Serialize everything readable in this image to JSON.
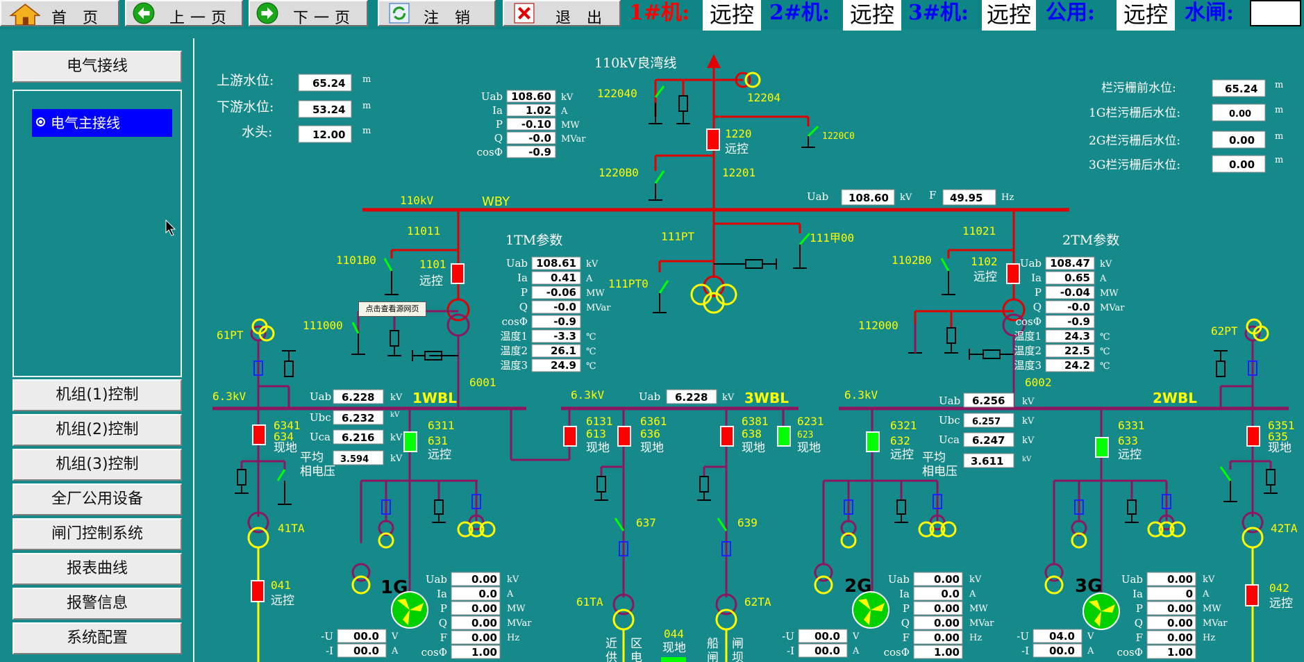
{
  "topbar": {
    "home": "首 页",
    "prev": "上一页",
    "next": "下一页",
    "logout": "注 销",
    "exit": "退 出",
    "status": [
      {
        "label": "1#机:",
        "value": "远控",
        "color": "#ff0000"
      },
      {
        "label": "2#机:",
        "value": "远控",
        "color": "#0000ff"
      },
      {
        "label": "3#机:",
        "value": "远控",
        "color": "#0000ff"
      },
      {
        "label": "公用:",
        "value": "远控",
        "color": "#0000ff"
      },
      {
        "label": "水闸:",
        "value": "",
        "color": "#0000ff"
      }
    ]
  },
  "sidebar": {
    "top": "电气接线",
    "tree_selected": "电气主接线",
    "items": [
      "机组(1)控制",
      "机组(2)控制",
      "机组(3)控制",
      "全厂公用设备",
      "闸门控制系统",
      "报表曲线",
      "报警信息",
      "系统配置"
    ]
  },
  "tooltip": "点击查看源网页",
  "water": {
    "upstream": {
      "label": "上游水位:",
      "value": "65.24",
      "unit": "m"
    },
    "downstream": {
      "label": "下游水位:",
      "value": "53.24",
      "unit": "m"
    },
    "head": {
      "label": "水头:",
      "value": "12.00",
      "unit": "m"
    }
  },
  "screen": {
    "rack_front": {
      "label": "栏污栅前水位:",
      "value": "65.24",
      "unit": "m"
    },
    "g1": {
      "label": "1G栏污栅后水位:",
      "value": "0.00",
      "unit": "m"
    },
    "g2": {
      "label": "2G栏污栅后水位:",
      "value": "0.00",
      "unit": "m"
    },
    "g3": {
      "label": "3G栏污栅后水位:",
      "value": "0.00",
      "unit": "m"
    }
  },
  "line110": {
    "title": "110kV良湾线",
    "rows": [
      {
        "label": "Uab",
        "value": "108.60",
        "unit": "kV"
      },
      {
        "label": "Ia",
        "value": "1.02",
        "unit": "A"
      },
      {
        "label": "P",
        "value": "-0.10",
        "unit": "MW"
      },
      {
        "label": "Q",
        "value": "-0.0",
        "unit": "MVar"
      },
      {
        "label": "cosΦ",
        "value": "-0.9",
        "unit": ""
      }
    ]
  },
  "bus110": {
    "kv": "110kV",
    "name": "WBY",
    "uab_label": "Uab",
    "uab": "108.60",
    "uab_unit": "kV",
    "f_label": "F",
    "f": "49.95",
    "f_unit": "Hz"
  },
  "tm1": {
    "title": "1TM参数",
    "rows": [
      {
        "label": "Uab",
        "value": "108.61",
        "unit": "kV"
      },
      {
        "label": "Ia",
        "value": "0.41",
        "unit": "A"
      },
      {
        "label": "P",
        "value": "-0.06",
        "unit": "MW"
      },
      {
        "label": "Q",
        "value": "-0.0",
        "unit": "MVar"
      },
      {
        "label": "cosΦ",
        "value": "-0.9",
        "unit": ""
      },
      {
        "label": "温度1",
        "value": "-3.3",
        "unit": "℃"
      },
      {
        "label": "温度2",
        "value": "26.1",
        "unit": "℃"
      },
      {
        "label": "温度3",
        "value": "24.9",
        "unit": "℃"
      }
    ]
  },
  "tm2": {
    "title": "2TM参数",
    "rows": [
      {
        "label": "Uab",
        "value": "108.47",
        "unit": "kV"
      },
      {
        "label": "Ia",
        "value": "0.65",
        "unit": "A"
      },
      {
        "label": "P",
        "value": "-0.04",
        "unit": "MW"
      },
      {
        "label": "Q",
        "value": "-0.0",
        "unit": "MVar"
      },
      {
        "label": "cosΦ",
        "value": "-0.9",
        "unit": ""
      },
      {
        "label": "温度1",
        "value": "24.3",
        "unit": "℃"
      },
      {
        "label": "温度2",
        "value": "22.5",
        "unit": "℃"
      },
      {
        "label": "温度3",
        "value": "24.2",
        "unit": "℃"
      }
    ]
  },
  "labels": {
    "d122040": "122040",
    "d12204": "12204",
    "d1220": "1220",
    "remote": "远控",
    "local": "现地",
    "d1220C0": "1220C0",
    "d1220B0": "1220B0",
    "d12201": "12201",
    "d11011": "11011",
    "d11021": "11021",
    "d111PT": "111PT",
    "d111jia": "111甲00",
    "d111PT0": "111PT0",
    "d1101B0": "1101B0",
    "d1101": "1101",
    "d1102B0": "1102B0",
    "d1102": "1102",
    "d111000": "111000",
    "d112000": "112000",
    "d6001": "6001",
    "d6002": "6002",
    "pt61": "61PT",
    "pt62": "62PT",
    "kv63": "6.3kV",
    "wbl1": "1WBL",
    "wbl2": "2WBL",
    "wbl3": "3WBL",
    "d6341": "6341",
    "d634": "634",
    "d6311": "6311",
    "d631": "631",
    "d6131": "6131",
    "d613": "613",
    "d6361": "6361",
    "d636": "636",
    "d6381": "6381",
    "d638": "638",
    "d6231": "6231",
    "d623": "623",
    "d6321": "6321",
    "d632": "632",
    "d6331": "6331",
    "d633": "633",
    "d6351": "6351",
    "d635": "635",
    "ta41": "41TA",
    "ta42": "42TA",
    "ta61": "61TA",
    "ta62": "62TA",
    "d637": "637",
    "d639": "639",
    "d041": "041",
    "d042": "042",
    "d044": "044",
    "avg": "平均",
    "phase": "相电压",
    "g1": "1G",
    "g2": "2G",
    "g3": "3G",
    "bottom1": "近",
    "bottom2": "区",
    "bottom3": "船",
    "bottom4": "闸",
    "bottom5": "供",
    "bottom6": "电",
    "bottom7": "闸",
    "bottom8": "坝"
  },
  "bus1": {
    "uab": "6.228",
    "ubc": "6.232",
    "uca": "6.216",
    "avg": "3.594"
  },
  "bus3": {
    "uab": "6.228"
  },
  "bus2": {
    "uab": "6.256",
    "ubc": "6.257",
    "uca": "6.247",
    "avg": "3.611"
  },
  "gen1": {
    "uab": "0.00",
    "ia": "0.0",
    "p": "0.00",
    "q": "0.00",
    "f": "0.00",
    "cos": "1.00",
    "du": "00.0",
    "di": "00.0"
  },
  "gen2": {
    "uab": "0.00",
    "ia": "0.0",
    "p": "0.00",
    "q": "0.00",
    "f": "0.00",
    "cos": "1.00",
    "du": "00.0",
    "di": "00.0"
  },
  "gen3": {
    "uab": "0.00",
    "ia": "0",
    "p": "0.00",
    "q": "0.00",
    "f": "0.00",
    "cos": "1.00",
    "du": "04.0",
    "di": "00.0"
  },
  "units": {
    "kV": "kV",
    "A": "A",
    "MW": "MW",
    "MVar": "MVar",
    "Hz": "Hz",
    "V": "V",
    "m": "m"
  },
  "glabels": {
    "uab": "Uab",
    "ia": "Ia",
    "p": "P",
    "q": "Q",
    "f": "F",
    "cos": "cosΦ",
    "du": "-U",
    "di": "-I",
    "ubc": "Ubc",
    "uca": "Uca"
  },
  "colors": {
    "bg": "#168a8a",
    "energized": "#e00000",
    "deenergized": "#8a1860",
    "breaker_closed": "#ff0000",
    "breaker_open": "#00ff00",
    "label": "#ffff00"
  }
}
